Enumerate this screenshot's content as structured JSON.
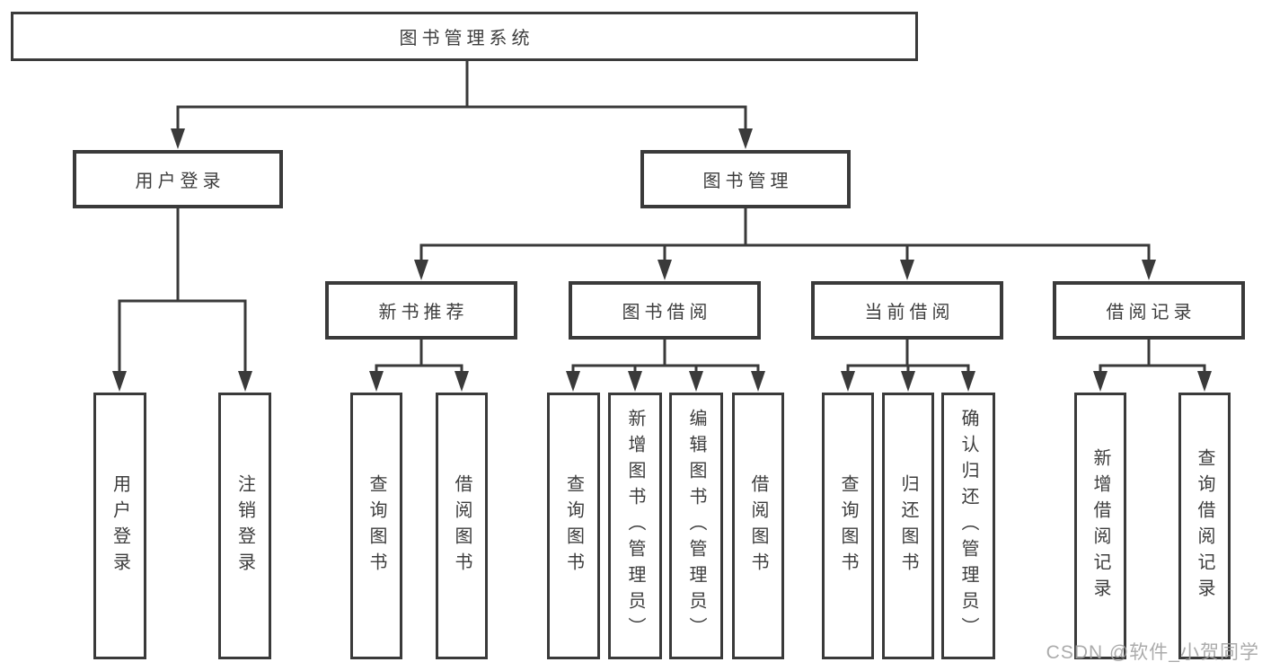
{
  "colors": {
    "line": "#3a3a3a",
    "text": "#3d3d3d",
    "watermark": "#a3a3a3",
    "background": "#ffffff"
  },
  "watermark": {
    "text": "CSDN @软件_小贺同学"
  },
  "tree": {
    "label": "图书管理系统",
    "children": [
      {
        "label": "用户登录",
        "children": [
          {
            "label": "用户登录"
          },
          {
            "label": "注销登录"
          }
        ]
      },
      {
        "label": "图书管理",
        "children": [
          {
            "label": "新书推荐",
            "children": [
              {
                "label": "查询图书"
              },
              {
                "label": "借阅图书"
              }
            ]
          },
          {
            "label": "图书借阅",
            "children": [
              {
                "label": "查询图书"
              },
              {
                "label": "新增图书（管理员）"
              },
              {
                "label": "编辑图书（管理员）"
              },
              {
                "label": "借阅图书"
              }
            ]
          },
          {
            "label": "当前借阅",
            "children": [
              {
                "label": "查询图书"
              },
              {
                "label": "归还图书"
              },
              {
                "label": "确认归还（管理员）"
              }
            ]
          },
          {
            "label": "借阅记录",
            "children": [
              {
                "label": "新增借阅记录"
              },
              {
                "label": "查询借阅记录"
              }
            ]
          }
        ]
      }
    ]
  }
}
